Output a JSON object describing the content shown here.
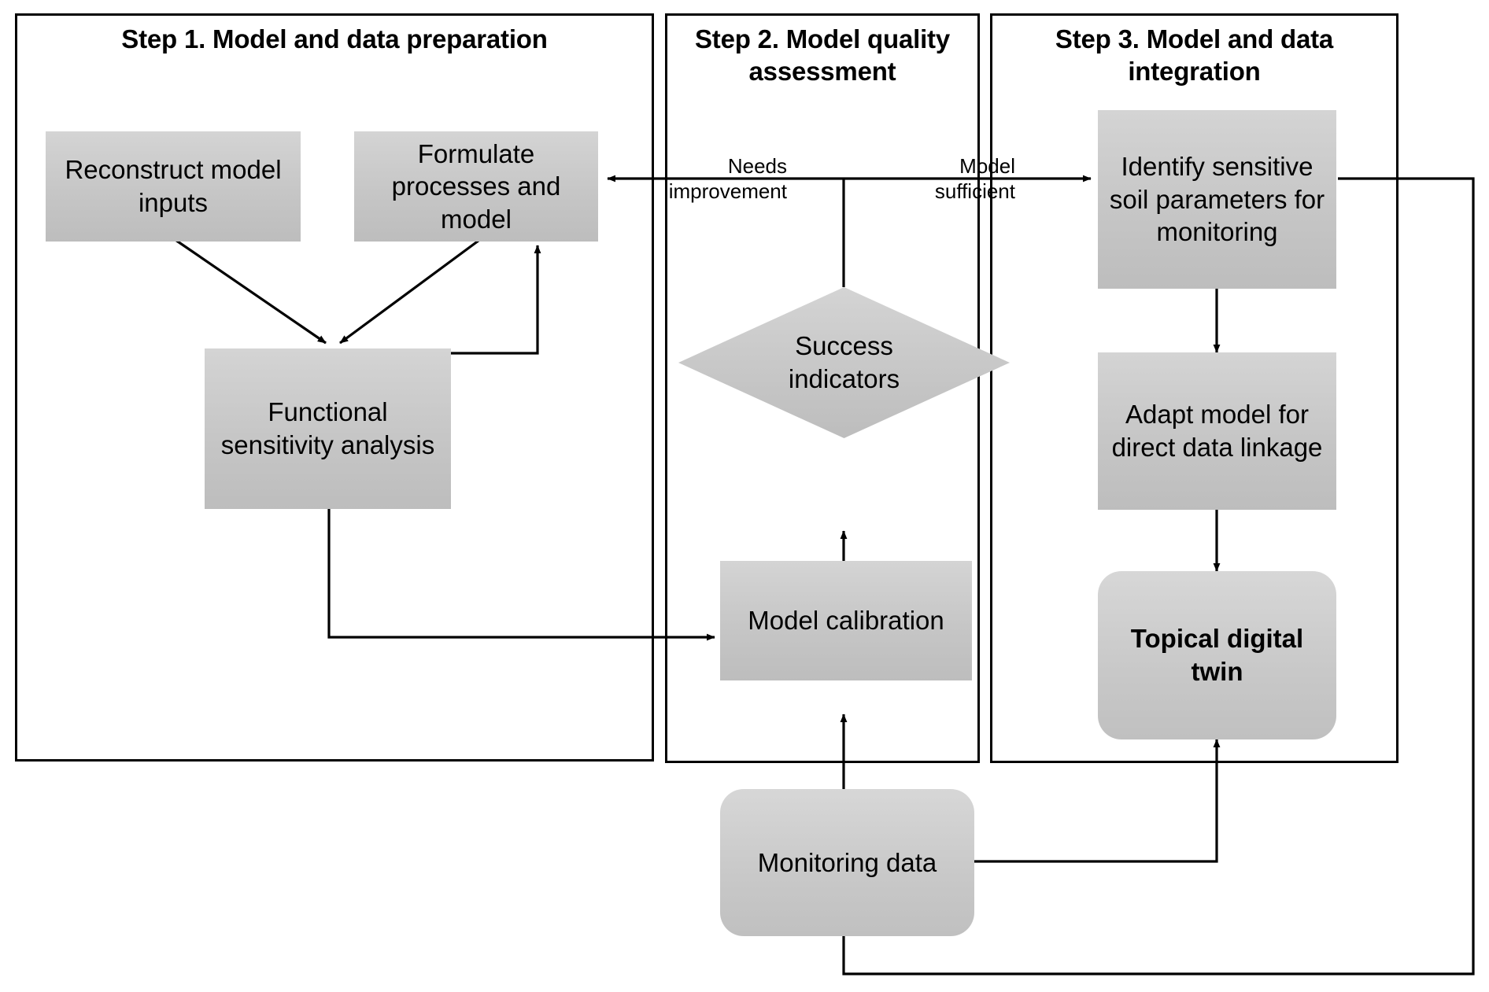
{
  "diagram": {
    "title_present": false,
    "panels": [
      {
        "id": "step1",
        "title": "Step 1. Model and data preparation"
      },
      {
        "id": "step2",
        "title": "Step 2. Model quality assessment"
      },
      {
        "id": "step3",
        "title": "Step 3. Model and data integration"
      }
    ],
    "nodes": [
      {
        "id": "reconstruct-model-inputs",
        "label": "Reconstruct model inputs",
        "shape": "rect",
        "bold": false
      },
      {
        "id": "formulate-processes-and-model",
        "label": "Formulate processes and model",
        "shape": "rect",
        "bold": false
      },
      {
        "id": "functional-sensitivity-analysis",
        "label": "Functional sensitivity analysis",
        "shape": "rect",
        "bold": false
      },
      {
        "id": "success-indicators",
        "label": "Success indicators",
        "shape": "diamond",
        "bold": false
      },
      {
        "id": "model-calibration",
        "label": "Model calibration",
        "shape": "rect",
        "bold": false
      },
      {
        "id": "monitoring-data",
        "label": "Monitoring data",
        "shape": "rounded-rect",
        "bold": false
      },
      {
        "id": "identify-sensitive-soil-parameters",
        "label": "Identify sensitive soil parameters for monitoring",
        "shape": "rect",
        "bold": false
      },
      {
        "id": "adapt-model-for-direct-data-linkage",
        "label": "Adapt model for direct data linkage",
        "shape": "rect",
        "bold": false
      },
      {
        "id": "topical-digital-twin",
        "label": "Topical digital twin",
        "shape": "rounded-rect",
        "bold": true
      }
    ],
    "edge_labels": [
      {
        "id": "needs-improvement",
        "line1": "Needs",
        "line2": "improvement"
      },
      {
        "id": "model-sufficient",
        "line1": "Model",
        "line2": "sufficient"
      }
    ],
    "edges": [
      {
        "from": "reconstruct-model-inputs",
        "to": "functional-sensitivity-analysis"
      },
      {
        "from": "formulate-processes-and-model",
        "to": "functional-sensitivity-analysis"
      },
      {
        "from": "functional-sensitivity-analysis",
        "to": "formulate-processes-and-model"
      },
      {
        "from": "functional-sensitivity-analysis",
        "to": "model-calibration"
      },
      {
        "from": "model-calibration",
        "to": "success-indicators"
      },
      {
        "from": "success-indicators",
        "to": "formulate-processes-and-model",
        "label": "needs-improvement"
      },
      {
        "from": "success-indicators",
        "to": "identify-sensitive-soil-parameters",
        "label": "model-sufficient"
      },
      {
        "from": "identify-sensitive-soil-parameters",
        "to": "adapt-model-for-direct-data-linkage"
      },
      {
        "from": "adapt-model-for-direct-data-linkage",
        "to": "topical-digital-twin"
      },
      {
        "from": "monitoring-data",
        "to": "model-calibration"
      },
      {
        "from": "monitoring-data",
        "to": "topical-digital-twin"
      },
      {
        "from": "identify-sensitive-soil-parameters",
        "to": "monitoring-data"
      }
    ],
    "colors": {
      "node_fill_top": "#d4d4d4",
      "node_fill_bottom": "#bdbdbd",
      "stroke": "#000000",
      "background": "#ffffff"
    }
  }
}
